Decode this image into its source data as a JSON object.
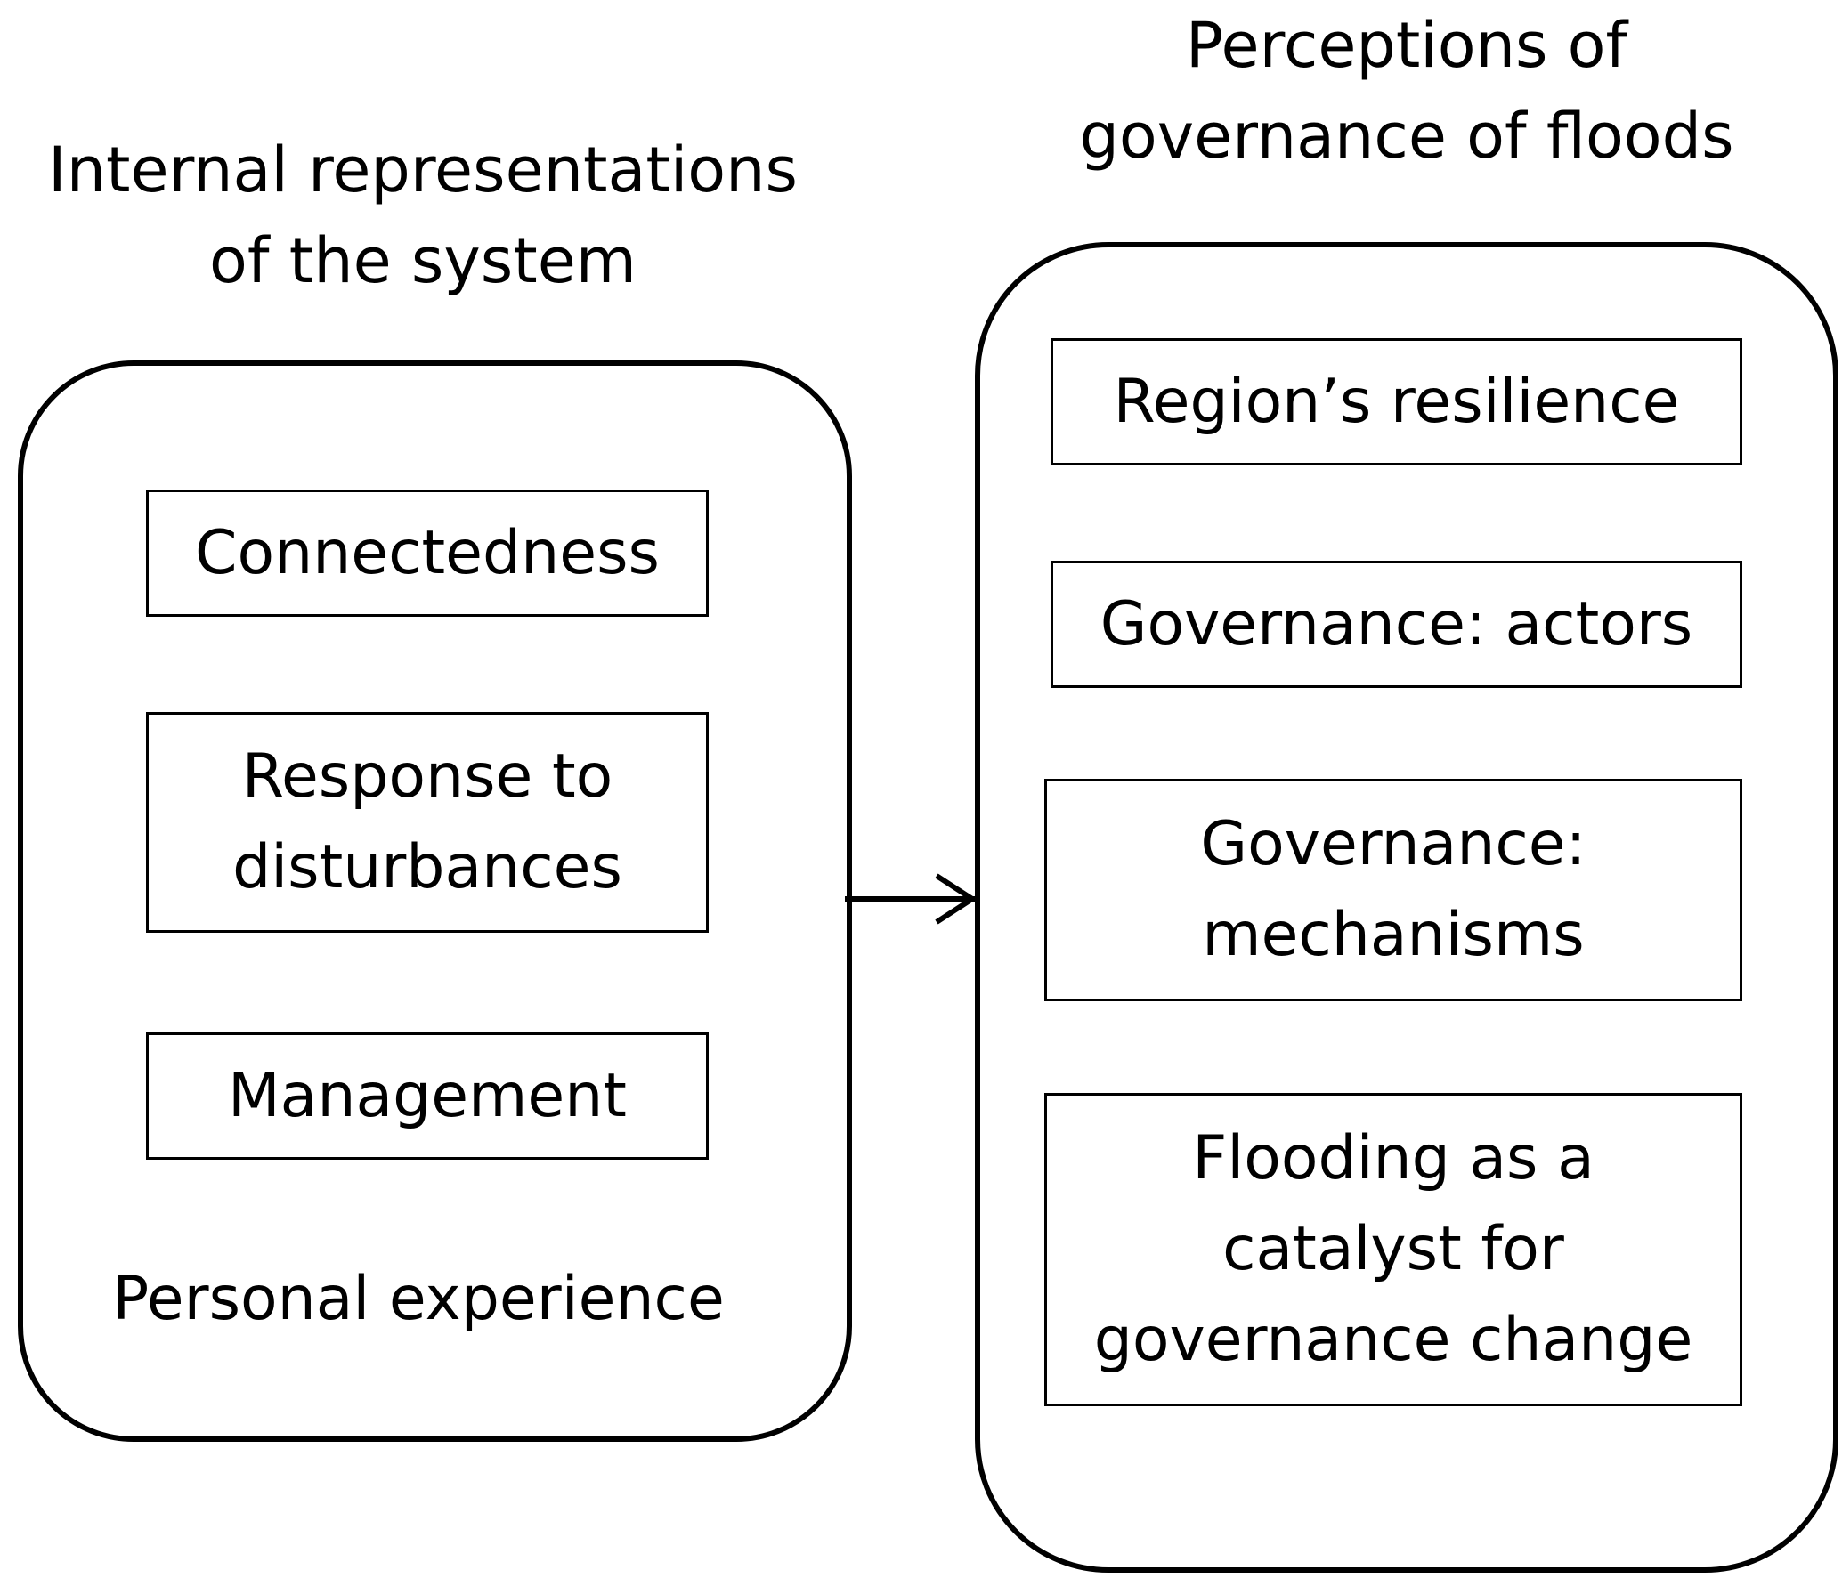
{
  "left": {
    "heading": [
      "Internal representations",
      "of the system"
    ],
    "items": [
      {
        "lines": [
          "Connectedness"
        ]
      },
      {
        "lines": [
          "Response to",
          "disturbances"
        ]
      },
      {
        "lines": [
          "Management"
        ]
      }
    ],
    "footer": "Personal experience"
  },
  "right": {
    "heading": [
      "Perceptions of",
      "governance of floods"
    ],
    "items": [
      {
        "lines": [
          "Region’s resilience"
        ]
      },
      {
        "lines": [
          "Governance: actors"
        ]
      },
      {
        "lines": [
          "Governance:",
          "mechanisms"
        ]
      },
      {
        "lines": [
          "Flooding as a",
          "catalyst for",
          "governance change"
        ]
      }
    ]
  },
  "colors": {
    "stroke": "#000000",
    "background": "#ffffff"
  }
}
